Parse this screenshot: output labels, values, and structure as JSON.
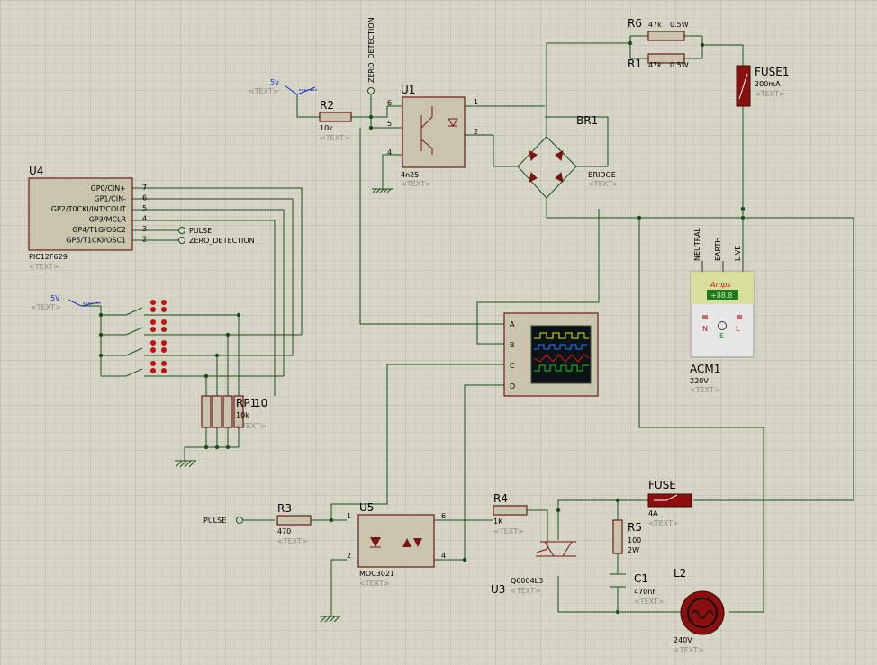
{
  "labels": {
    "fuse1_ref": "FUSE1",
    "fuse1_val": "200mA",
    "r6_ref": "R6",
    "r6_val": "47k",
    "r6_pwr": "0.5W",
    "r1_ref": "R1",
    "r1_val": "47k",
    "r1_pwr": "0.5W",
    "br1_ref": "BR1",
    "br1_val": "BRIDGE",
    "u1_ref": "U1",
    "u1_val": "4n25",
    "r2_ref": "R2",
    "r2_val": "10k",
    "zero_det_top": "ZERO_DETECTION",
    "v5_top": "5v",
    "v5_left": "5V",
    "u4_ref": "U4",
    "u4_val": "PIC12F629",
    "pulse_net": "PULSE",
    "zero_det_net": "ZERO_DETECTION",
    "rp_ref": "RP1",
    "rp_ref2": "10",
    "rp_val": "10k",
    "acm_ref": "ACM1",
    "acm_val": "220V",
    "acm_title": "Amps",
    "acm_display": "+88.8",
    "acm_n": "N",
    "acm_e": "E",
    "acm_l": "L",
    "neutral": "NEUTRAL",
    "earth": "EARTH",
    "live": "LIVE",
    "scope_a": "A",
    "scope_b": "B",
    "scope_c": "C",
    "scope_d": "D",
    "pulse_in": "PULSE",
    "r3_ref": "R3",
    "r3_val": "470",
    "u5_ref": "U5",
    "u5_val": "MOC3021",
    "r4_ref": "R4",
    "r4_val": "1K",
    "u3_ref": "U3",
    "u3_val": "Q6004L3",
    "fuse_ref": "FUSE",
    "fuse_val": "4A",
    "r5_ref": "R5",
    "r5_val": "100",
    "r5_pwr": "2W",
    "c1_ref": "C1",
    "c1_val": "470nF",
    "l2_ref": "L2",
    "l2_val": "240V",
    "text_placeholder": "<TEXT>"
  },
  "u4_pins": [
    {
      "name": "GP0/CIN+",
      "num": "7"
    },
    {
      "name": "GP1/CIN-",
      "num": "6"
    },
    {
      "name": "GP2/T0CKI/INT/COUT",
      "num": "5"
    },
    {
      "name": "GP3/MCLR",
      "num": "4"
    },
    {
      "name": "GP4/T1G/OSC2",
      "num": "3"
    },
    {
      "name": "GP5/T1CKI/OSC1",
      "num": "2"
    }
  ],
  "pin_numbers": {
    "u1_p6": "6",
    "u1_p5": "5",
    "u1_p4": "4",
    "u1_p1": "1",
    "u1_p2": "2",
    "u5_p1": "1",
    "u5_p2": "2",
    "u5_p6": "6",
    "u5_p4": "4"
  },
  "colors": {
    "wire": "#1e4d1e",
    "body": "#c9c5ad",
    "outline": "#6b1a1a",
    "grid": "#d6d6c6"
  }
}
